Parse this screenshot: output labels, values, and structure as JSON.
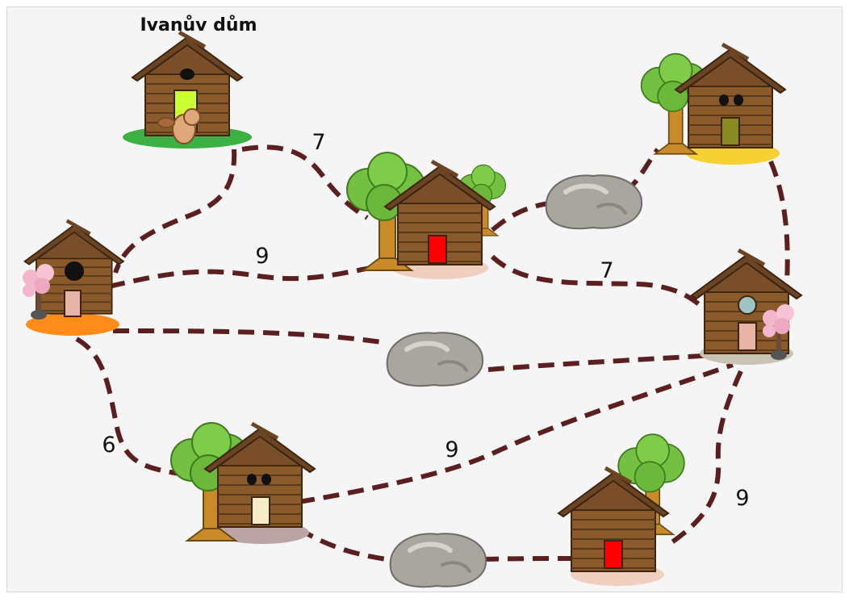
{
  "title": "Ivanův dům",
  "edge_weights": {
    "ivan_to_center": "7",
    "left_to_center": "9",
    "center_to_right": "7",
    "left_to_bottomleft": "6",
    "bottomleft_to_right": "9",
    "right_to_bottomright": "9"
  },
  "colors": {
    "path": "#5b1f1f",
    "wood": "#8a5a2b",
    "roof": "#6b4423",
    "door_red": "#ff0000",
    "door_lime": "#ccff33",
    "door_pink": "#e8b4a8",
    "door_cream": "#f7ecc8",
    "door_olive": "#8a8a22",
    "grass": "#3cb043",
    "sand_yellow": "#f5d133",
    "sand_orange": "#ff8c1a",
    "ground_pink": "#f1cfc0",
    "ground_grey": "#c9c3b3",
    "ground_mauve": "#bca4a4",
    "tree": "#74c043",
    "rock": "#a9a6a0"
  },
  "icons": [
    "house-icon",
    "tree-icon",
    "rock-icon",
    "blossom-icon",
    "beaver-icon"
  ]
}
